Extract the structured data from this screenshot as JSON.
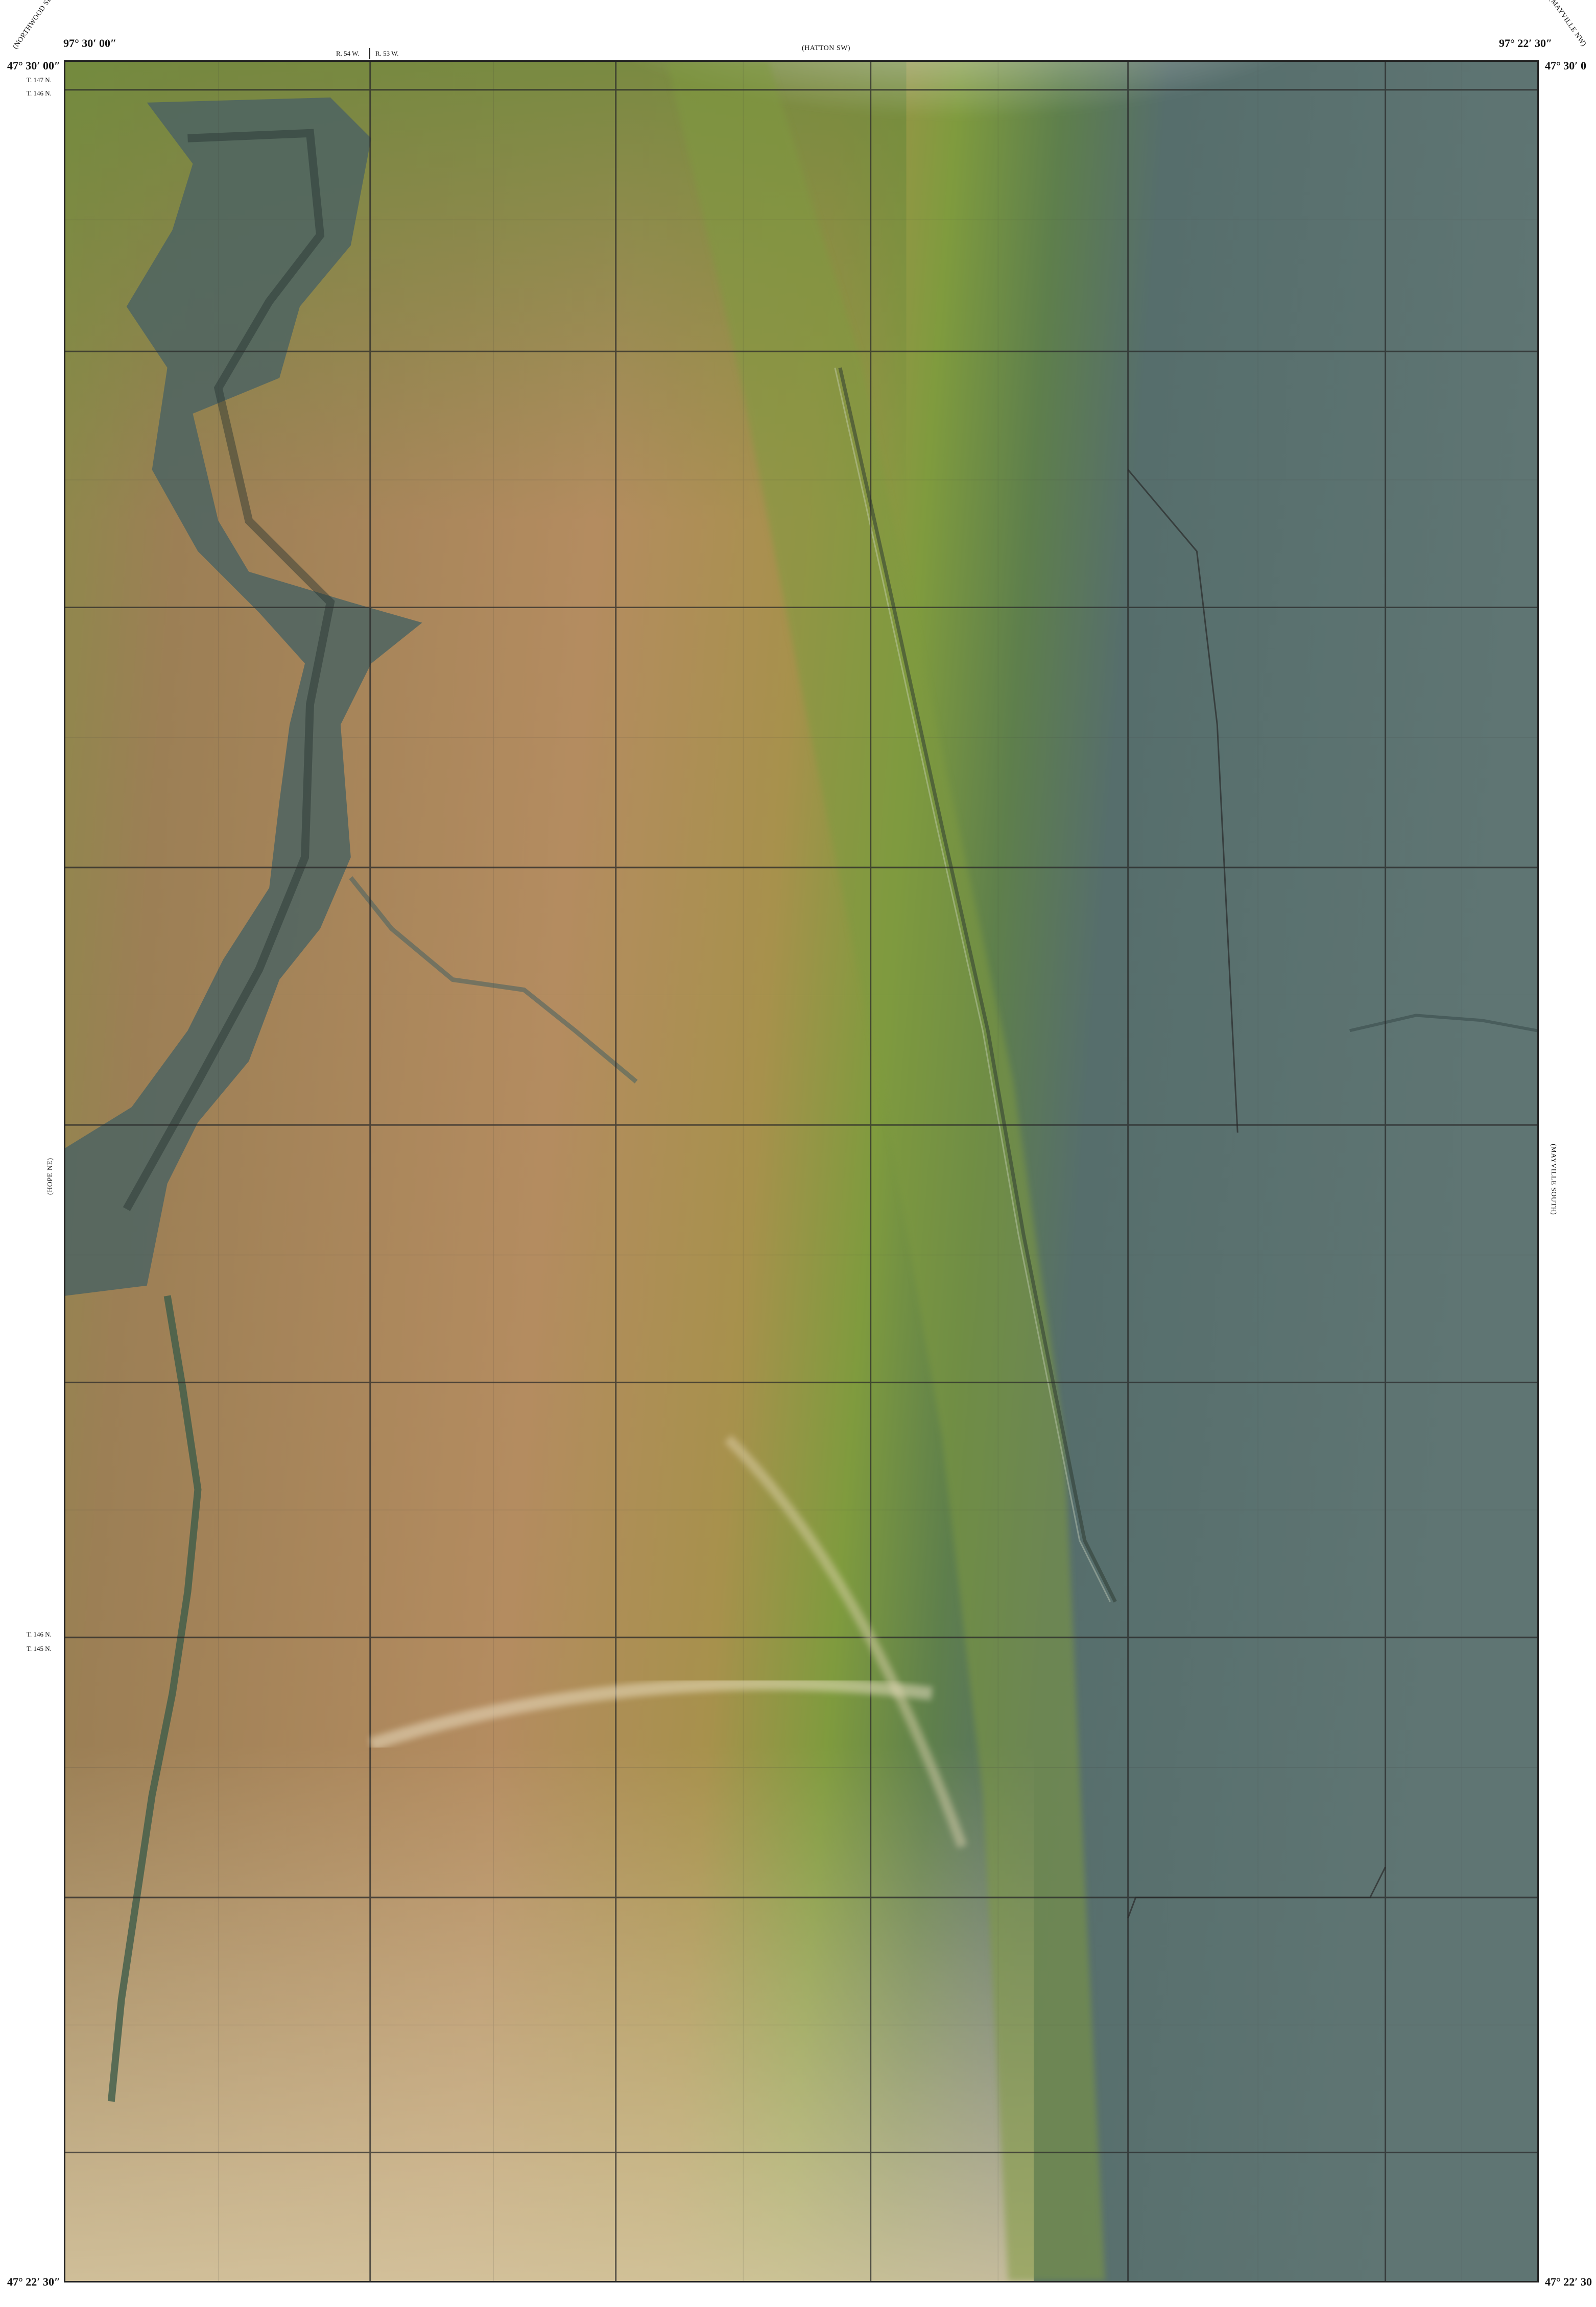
{
  "corners": {
    "top_left_lon": "97° 30′ 00″",
    "top_left_lat": "47° 30′ 00″",
    "top_right_lon": "97° 22′ 30″",
    "top_right_lat": "47° 30′ 0",
    "bottom_left_lat": "47° 22′ 30″",
    "bottom_right_lat": "47° 22′ 30"
  },
  "adjoining_quads": {
    "north": "(HATTON SW)",
    "northwest": "(NORTHWOOD SE)",
    "northeast": "(MAYVILLE NW)",
    "west": "(HOPE NE)",
    "east": "(MAYVILLE SOUTH)"
  },
  "grid_labels": {
    "range_west": "R. 54 W.",
    "range_east": "R. 53 W.",
    "township_147": "T. 147 N.",
    "township_146_top": "T. 146 N.",
    "township_146_mid": "T. 146 N.",
    "township_145": "T. 145 N."
  },
  "colors": {
    "lowland": "#566e6c",
    "mid_green": "#7d9a3e",
    "upland_tan": "#b08a5e",
    "upland_light": "#d8c9a4",
    "road": "#2a2a2a"
  }
}
